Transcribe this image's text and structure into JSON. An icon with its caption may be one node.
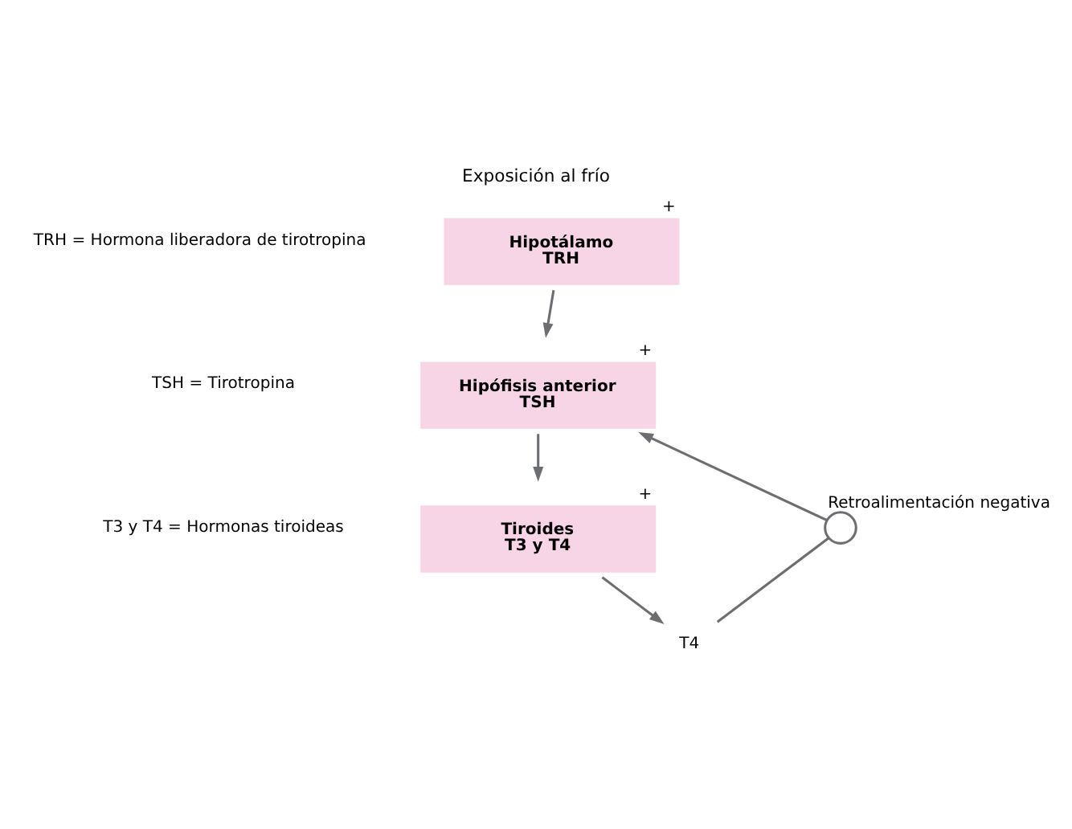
{
  "diagram": {
    "title": "Exposición al frío",
    "nodes": [
      {
        "text": [
          "Hipotálamo",
          "TRH"
        ],
        "beside": [
          "+"
        ]
      },
      {
        "text": [
          "Hipófisis anterior",
          "TSH"
        ],
        "beside": [
          "+"
        ]
      },
      {
        "text": [
          "Tiroides",
          "T3 y T4"
        ],
        "beside": [
          "+"
        ]
      },
      {
        "text": [
          "T4"
        ]
      },
      {
        "text": [],
        "shape": "circle",
        "beside": [
          "Retroalimentación negativa"
        ]
      }
    ],
    "edges": [
      {
        "from": 0,
        "to": 1,
        "arrow": "to"
      },
      {
        "from": 1,
        "to": 2,
        "arrow": "to"
      },
      {
        "from": 2,
        "to": 3,
        "arrow": "to"
      },
      {
        "from": 3,
        "to": 4,
        "arrow": "none"
      },
      {
        "from": 4,
        "to": 1,
        "arrow": "to"
      }
    ],
    "labels": [
      "TRH = Hormona liberadora de tirotropina",
      "TSH = Tirotropina",
      "T3 y T4 = Hormonas tiroideas"
    ]
  }
}
